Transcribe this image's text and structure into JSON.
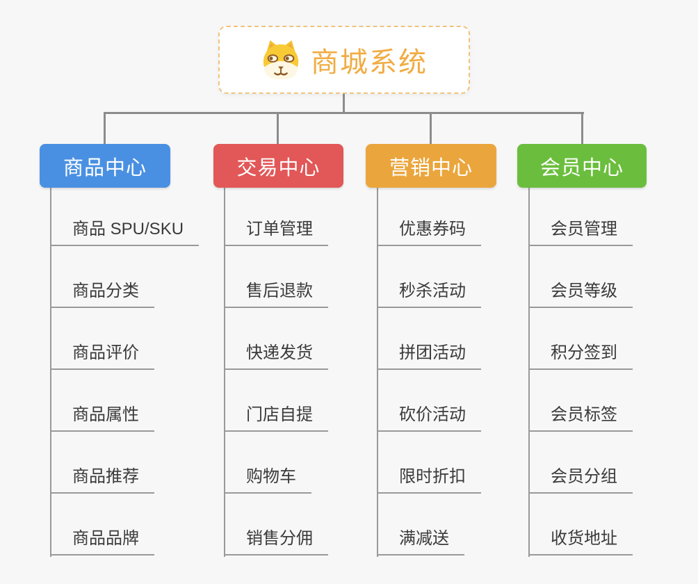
{
  "root": {
    "title": "商城系统",
    "icon": "shiba-dog-icon"
  },
  "colors": {
    "product_center": "#4a90e2",
    "trade_center": "#e25757",
    "marketing_center": "#eaa63d",
    "member_center": "#6bbe3d",
    "root_text": "#f0ac43",
    "root_border": "#f2c27e",
    "connector": "#8c8c8c",
    "leaf_line": "#999999"
  },
  "branches": [
    {
      "label": "商品中心",
      "color": "#4a90e2",
      "children": [
        "商品 SPU/SKU",
        "商品分类",
        "商品评价",
        "商品属性",
        "商品推荐",
        "商品品牌"
      ]
    },
    {
      "label": "交易中心",
      "color": "#e25757",
      "children": [
        "订单管理",
        "售后退款",
        "快递发货",
        "门店自提",
        "购物车",
        "销售分佣"
      ]
    },
    {
      "label": "营销中心",
      "color": "#eaa63d",
      "children": [
        "优惠券码",
        "秒杀活动",
        "拼团活动",
        "砍价活动",
        "限时折扣",
        "满减送"
      ]
    },
    {
      "label": "会员中心",
      "color": "#6bbe3d",
      "children": [
        "会员管理",
        "会员等级",
        "积分签到",
        "会员标签",
        "会员分组",
        "收货地址"
      ]
    }
  ]
}
